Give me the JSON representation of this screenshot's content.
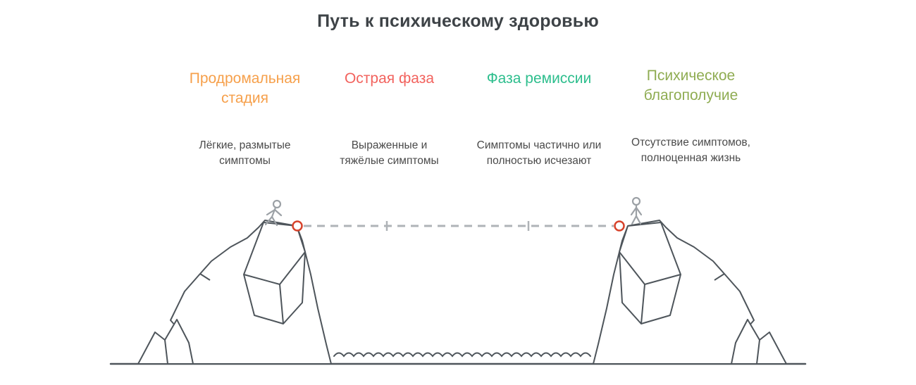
{
  "title": "Путь к психическому здоровью",
  "title_color": "#3E4347",
  "text_color": "#4A4A4A",
  "stages": [
    {
      "title": "Продромальная стадия",
      "description": "Лёгкие, размытые симптомы",
      "color": "#F6A04B"
    },
    {
      "title": "Острая фаза",
      "description": "Выраженные и тяжёлые симптомы",
      "color": "#F2625D"
    },
    {
      "title": "Фаза ремиссии",
      "description": "Симптомы частично или полностью исчезают",
      "color": "#2DBE8D"
    },
    {
      "title": "Психическое благополучие",
      "description": "Отсутствие симптомов, полноценная жизнь",
      "color": "#8FAC52"
    }
  ],
  "illustration": {
    "elements": [
      "left-cliff",
      "right-cliff",
      "left-foothill-rock",
      "right-foothill-rock",
      "dashed-journey-path",
      "anchor-rings",
      "left-stick-figure",
      "right-stick-figure",
      "water-waves",
      "ground-line"
    ],
    "outline_color": "#4E555B",
    "rope_color": "#AFB3B7",
    "anchor_color": "#D7432C",
    "figure_color": "#9CA1A6"
  }
}
